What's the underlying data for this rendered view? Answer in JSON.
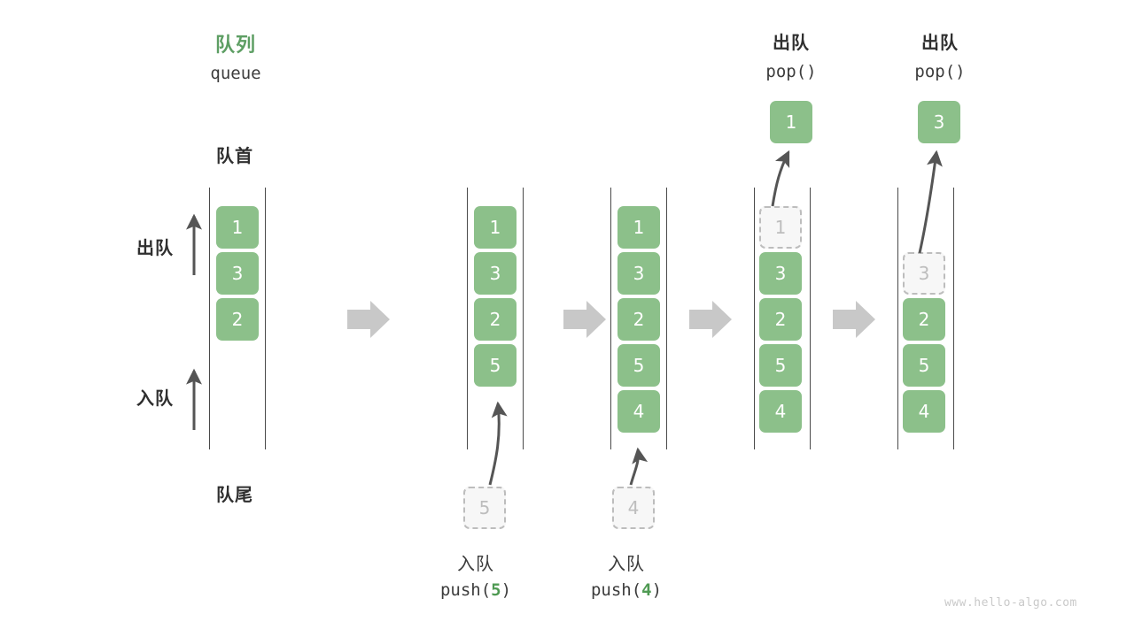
{
  "watermark": "www.hello-algo.com",
  "header": {
    "title_cn": "队列",
    "title_en": "queue",
    "title_color": "#5d9e63"
  },
  "legend": {
    "front_label": "队首",
    "rear_label": "队尾",
    "pop_label": "出队",
    "push_label": "入队"
  },
  "theme": {
    "cell_fill": "#8cc08a",
    "cell_text": "#ffffff",
    "ghost_fill": "#f7f7f7",
    "ghost_border": "#bdbdbd",
    "ghost_text": "#bdbdbd",
    "rail_color": "#4a4a4a",
    "arrow_color": "#555555",
    "step_arrow_color": "#c8c8c8"
  },
  "captions": {
    "push5": {
      "line1": "入队",
      "fn": "push(",
      "arg": "5",
      "close": ")"
    },
    "push4": {
      "line1": "入队",
      "fn": "push(",
      "arg": "4",
      "close": ")"
    },
    "pop1": {
      "line1": "出队",
      "line2": "pop()"
    },
    "pop2": {
      "line1": "出队",
      "line2": "pop()"
    }
  },
  "columns": [
    {
      "id": "initial",
      "cells": [
        {
          "value": "1",
          "state": "solid"
        },
        {
          "value": "3",
          "state": "solid"
        },
        {
          "value": "2",
          "state": "solid"
        }
      ]
    },
    {
      "id": "after-push-5",
      "cells": [
        {
          "value": "1",
          "state": "solid"
        },
        {
          "value": "3",
          "state": "solid"
        },
        {
          "value": "2",
          "state": "solid"
        },
        {
          "value": "5",
          "state": "solid"
        }
      ],
      "incoming": {
        "value": "5",
        "state": "ghost"
      }
    },
    {
      "id": "after-push-4",
      "cells": [
        {
          "value": "1",
          "state": "solid"
        },
        {
          "value": "3",
          "state": "solid"
        },
        {
          "value": "2",
          "state": "solid"
        },
        {
          "value": "5",
          "state": "solid"
        },
        {
          "value": "4",
          "state": "solid"
        }
      ],
      "incoming": {
        "value": "4",
        "state": "ghost"
      }
    },
    {
      "id": "after-pop-1",
      "cells": [
        {
          "value": "1",
          "state": "ghost"
        },
        {
          "value": "3",
          "state": "solid"
        },
        {
          "value": "2",
          "state": "solid"
        },
        {
          "value": "5",
          "state": "solid"
        },
        {
          "value": "4",
          "state": "solid"
        }
      ],
      "popped": {
        "value": "1",
        "state": "solid"
      }
    },
    {
      "id": "after-pop-3",
      "cells": [
        {
          "value": "",
          "state": "empty"
        },
        {
          "value": "3",
          "state": "ghost"
        },
        {
          "value": "2",
          "state": "solid"
        },
        {
          "value": "5",
          "state": "solid"
        },
        {
          "value": "4",
          "state": "solid"
        }
      ],
      "popped": {
        "value": "3",
        "state": "solid"
      }
    }
  ]
}
